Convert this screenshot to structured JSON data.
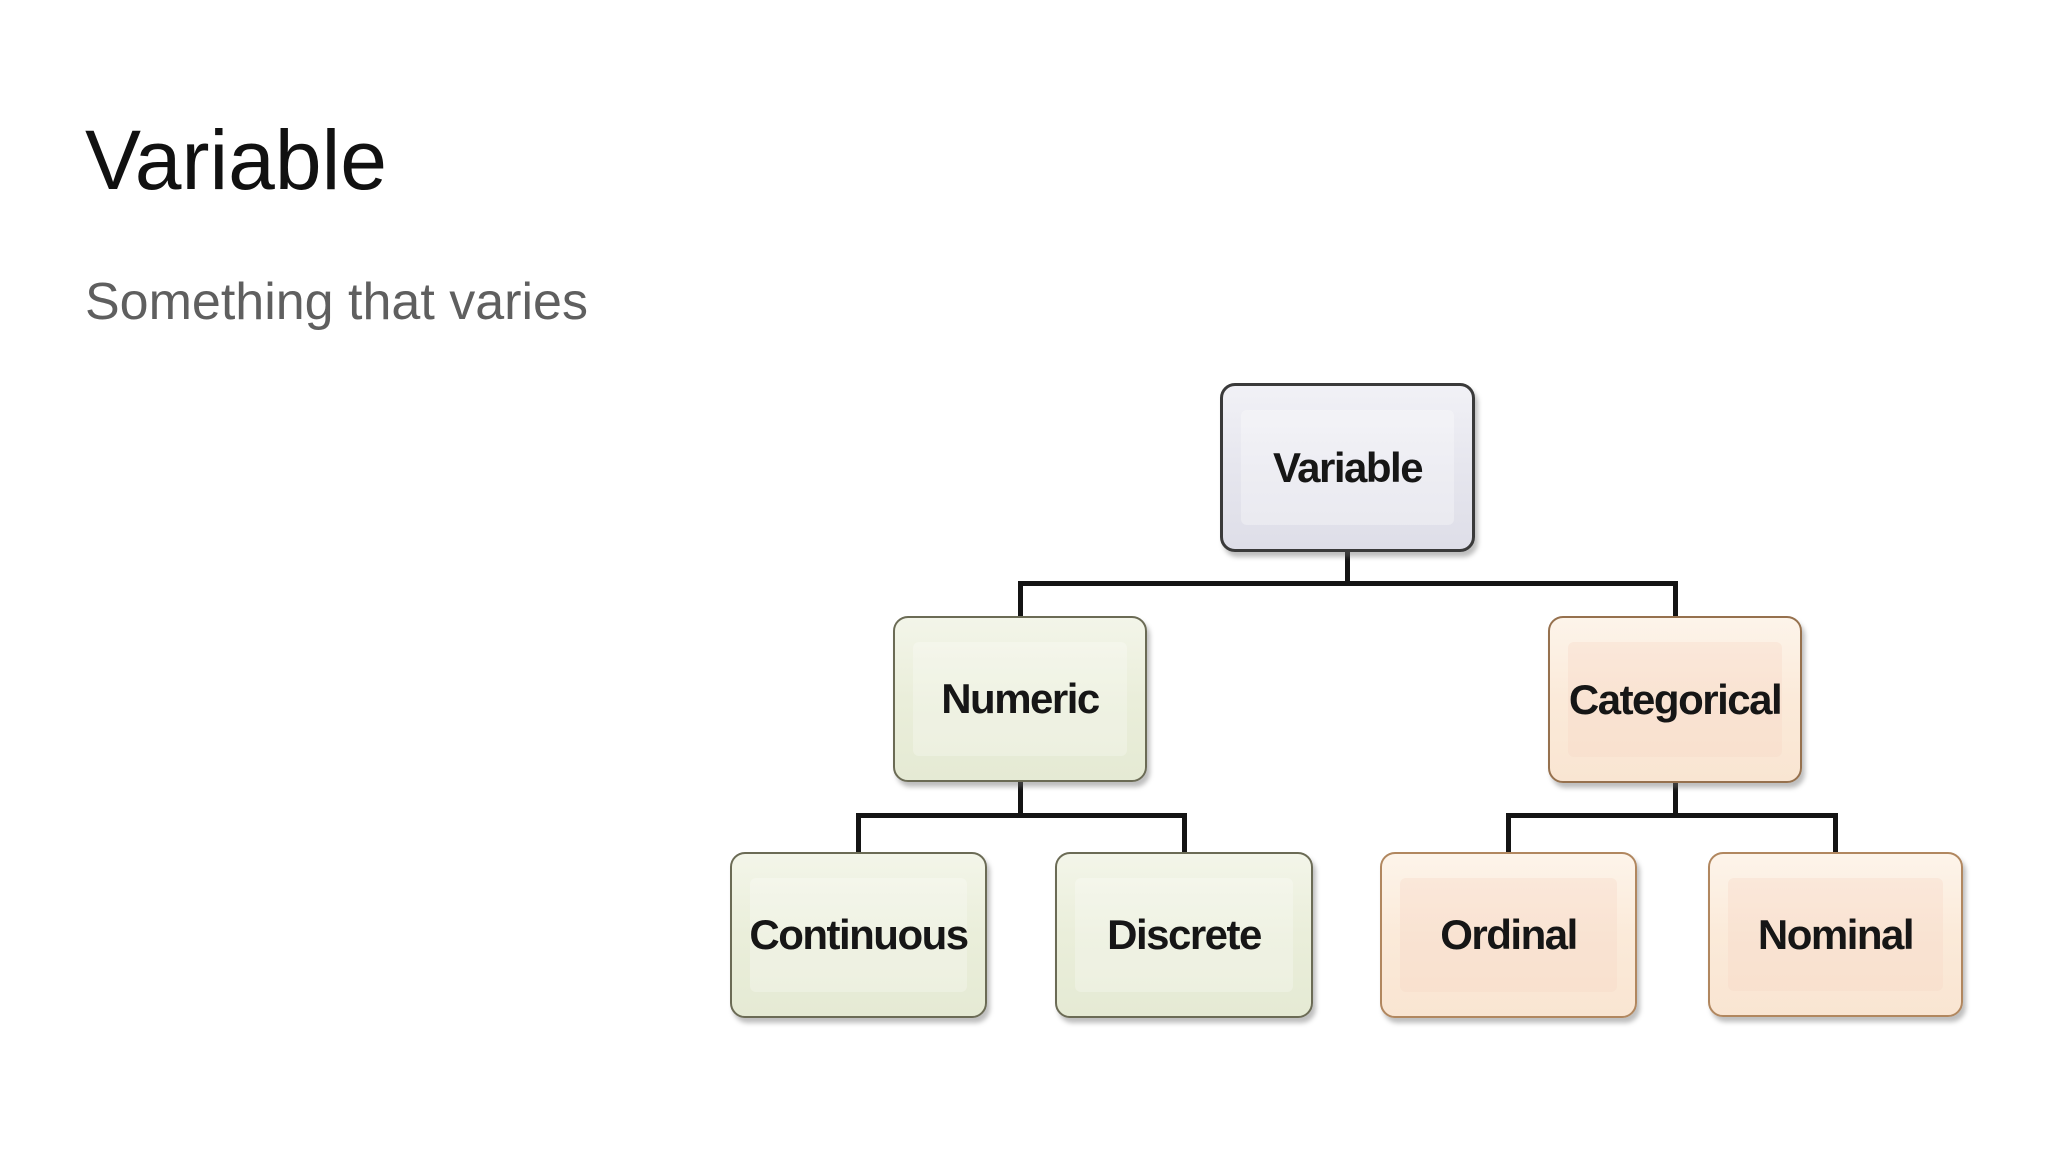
{
  "slide": {
    "title": "Variable",
    "subtitle": "Something that varies",
    "background_color": "#ffffff",
    "title_color": "#111111",
    "subtitle_color": "#5f5f5f"
  },
  "diagram": {
    "type": "tree",
    "connector_color": "#141414",
    "nodes": [
      {
        "id": "variable",
        "label": "Variable",
        "parent": null,
        "fill": "#e6e6ee",
        "border": "#3a3a3a"
      },
      {
        "id": "numeric",
        "label": "Numeric",
        "parent": "variable",
        "fill": "#eaeeda",
        "border": "#6b6b55"
      },
      {
        "id": "categorical",
        "label": "Categorical",
        "parent": "variable",
        "fill": "#fbead9",
        "border": "#96714e"
      },
      {
        "id": "continuous",
        "label": "Continuous",
        "parent": "numeric",
        "fill": "#eaeeda",
        "border": "#6b6b55"
      },
      {
        "id": "discrete",
        "label": "Discrete",
        "parent": "numeric",
        "fill": "#eaeeda",
        "border": "#6b6b55"
      },
      {
        "id": "ordinal",
        "label": "Ordinal",
        "parent": "categorical",
        "fill": "#fbead9",
        "border": "#b1875f"
      },
      {
        "id": "nominal",
        "label": "Nominal",
        "parent": "categorical",
        "fill": "#fbead9",
        "border": "#b1875f"
      }
    ]
  }
}
